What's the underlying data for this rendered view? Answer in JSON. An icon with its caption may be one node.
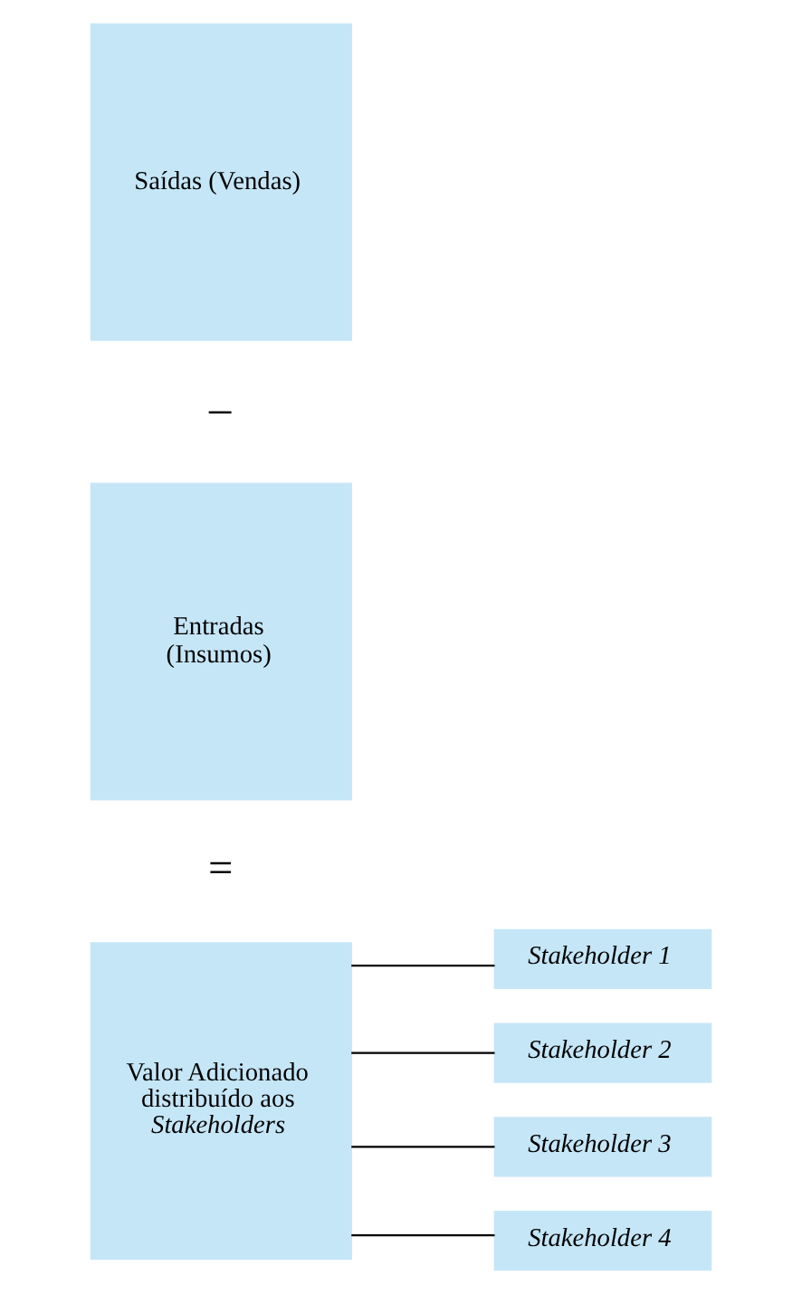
{
  "diagram": {
    "nodes": [
      {
        "text": [
          "Saídas (Vendas)"
        ]
      },
      {
        "text": [
          "Entradas (Insumos)"
        ]
      },
      {
        "text": [
          "Valor Adicionado distribuído aos *Stakeholders*"
        ]
      },
      {
        "text": [
          "Stakeholder 1"
        ]
      },
      {
        "text": [
          "Stakeholder 2"
        ]
      },
      {
        "text": [
          "Stakeholder 3"
        ]
      },
      {
        "text": [
          "Stakeholder 4"
        ]
      }
    ],
    "edges": [
      {
        "from": 2,
        "to": 3,
        "arrow": "none"
      },
      {
        "from": 2,
        "to": 4,
        "arrow": "none"
      },
      {
        "from": 2,
        "to": 5,
        "arrow": "none"
      },
      {
        "from": 2,
        "to": 6,
        "arrow": "none"
      }
    ],
    "labels": [
      "–",
      "="
    ]
  }
}
